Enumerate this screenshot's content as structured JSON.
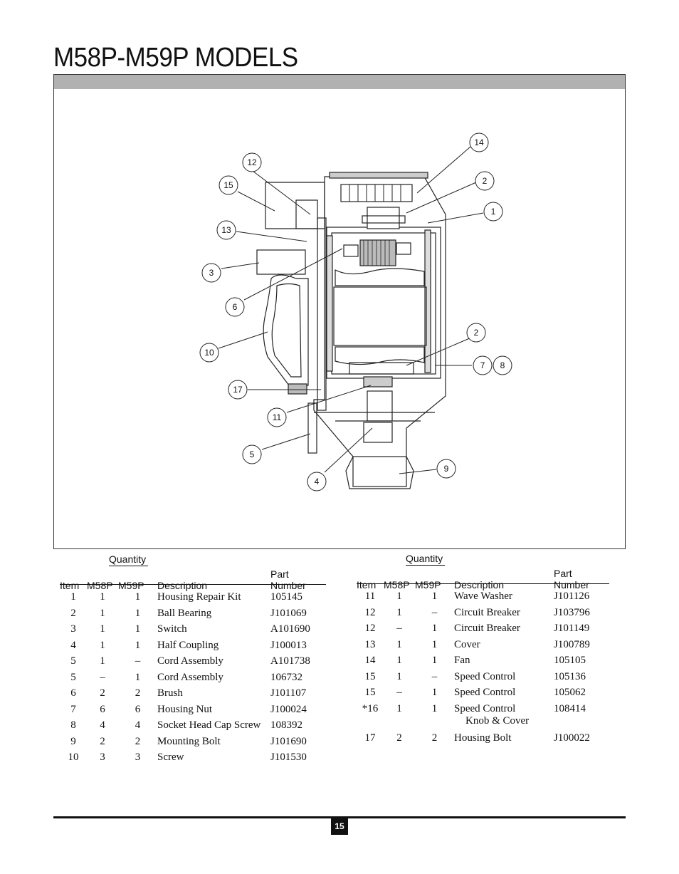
{
  "title": "M58P-M59P MODELS",
  "page_number": "15",
  "callouts": [
    "14",
    "12",
    "15",
    "2",
    "1",
    "13",
    "3",
    "6",
    "10",
    "2",
    "7",
    "8",
    "17",
    "11",
    "5",
    "4",
    "9"
  ],
  "table_headers": {
    "quantity": "Quantity",
    "item": "Item",
    "m58p": "M58P",
    "m59p": "M59P",
    "description": "Description",
    "part_number": "Part Number"
  },
  "left_rows": [
    {
      "item": "1",
      "m58p": "1",
      "m59p": "1",
      "description": "Housing Repair Kit",
      "part": "105145"
    },
    {
      "item": "2",
      "m58p": "1",
      "m59p": "1",
      "description": "Ball Bearing",
      "part": "J101069"
    },
    {
      "item": "3",
      "m58p": "1",
      "m59p": "1",
      "description": "Switch",
      "part": "A101690"
    },
    {
      "item": "4",
      "m58p": "1",
      "m59p": "1",
      "description": "Half Coupling",
      "part": "J100013"
    },
    {
      "item": "5",
      "m58p": "1",
      "m59p": "–",
      "description": "Cord Assembly",
      "part": "A101738"
    },
    {
      "item": "5",
      "m58p": "–",
      "m59p": "1",
      "description": "Cord Assembly",
      "part": "106732"
    },
    {
      "item": "6",
      "m58p": "2",
      "m59p": "2",
      "description": "Brush",
      "part": "J101107"
    },
    {
      "item": "7",
      "m58p": "6",
      "m59p": "6",
      "description": "Housing Nut",
      "part": "J100024"
    },
    {
      "item": "8",
      "m58p": "4",
      "m59p": "4",
      "description": "Socket Head Cap Screw",
      "part": "108392"
    },
    {
      "item": "9",
      "m58p": "2",
      "m59p": "2",
      "description": "Mounting Bolt",
      "part": "J101690"
    },
    {
      "item": "10",
      "m58p": "3",
      "m59p": "3",
      "description": "Screw",
      "part": "J101530"
    }
  ],
  "right_rows": [
    {
      "item": "11",
      "m58p": "1",
      "m59p": "1",
      "description": "Wave Washer",
      "description2": "",
      "part": "J101126"
    },
    {
      "item": "12",
      "m58p": "1",
      "m59p": "–",
      "description": "Circuit Breaker",
      "description2": "",
      "part": "J103796"
    },
    {
      "item": "12",
      "m58p": "–",
      "m59p": "1",
      "description": "Circuit Breaker",
      "description2": "",
      "part": "J101149"
    },
    {
      "item": "13",
      "m58p": "1",
      "m59p": "1",
      "description": "Cover",
      "description2": "",
      "part": "J100789"
    },
    {
      "item": "14",
      "m58p": "1",
      "m59p": "1",
      "description": "Fan",
      "description2": "",
      "part": "105105"
    },
    {
      "item": "15",
      "m58p": "1",
      "m59p": "–",
      "description": "Speed Control",
      "description2": "",
      "part": "105136"
    },
    {
      "item": "15",
      "m58p": "–",
      "m59p": "1",
      "description": "Speed Control",
      "description2": "",
      "part": "105062"
    },
    {
      "item": "*16",
      "m58p": "1",
      "m59p": "1",
      "description": "Speed Control",
      "description2": "Knob & Cover",
      "part": "108414"
    },
    {
      "item": "17",
      "m58p": "2",
      "m59p": "2",
      "description": "Housing Bolt",
      "description2": "",
      "part": "J100022"
    }
  ]
}
